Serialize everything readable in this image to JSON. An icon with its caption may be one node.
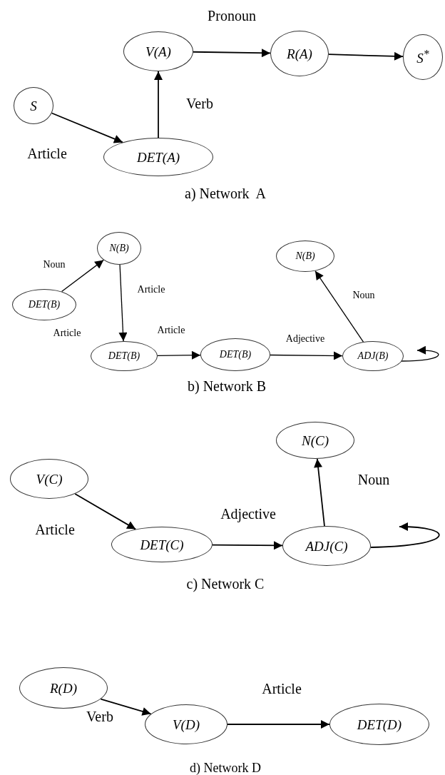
{
  "diagram": {
    "nodes": [
      {
        "text": [
          "S"
        ]
      },
      {
        "text": [
          "DET(A)"
        ]
      },
      {
        "text": [
          "V(A)"
        ]
      },
      {
        "text": [
          "R(A)"
        ]
      },
      {
        "text": [
          "S$^{*}$"
        ]
      },
      {
        "text": [
          "N(B)"
        ]
      },
      {
        "text": [
          "N(B)"
        ]
      },
      {
        "text": [
          "DET(B)"
        ]
      },
      {
        "text": [
          "DET(B)"
        ]
      },
      {
        "text": [
          "DET(B)"
        ]
      },
      {
        "text": [
          "ADJ(B)"
        ]
      },
      {
        "text": [
          "V(C)"
        ]
      },
      {
        "text": [
          "N(C)"
        ]
      },
      {
        "text": [
          "DET(C)"
        ]
      },
      {
        "text": [
          "ADJ(C)"
        ]
      },
      {
        "text": [
          "R(D)"
        ]
      },
      {
        "text": [
          "V(D)"
        ]
      },
      {
        "text": [
          "DET(D)"
        ]
      }
    ],
    "edges": [
      {
        "from": 0,
        "to": 1,
        "arrow": "to"
      },
      {
        "from": 1,
        "to": 2,
        "arrow": "to"
      },
      {
        "from": 2,
        "to": 3,
        "arrow": "to"
      },
      {
        "from": 3,
        "to": 4,
        "arrow": "to"
      },
      {
        "from": 7,
        "to": 5,
        "arrow": "to"
      },
      {
        "from": 5,
        "to": 8,
        "arrow": "to"
      },
      {
        "from": 8,
        "to": 9,
        "arrow": "to"
      },
      {
        "from": 9,
        "to": 10,
        "arrow": "to"
      },
      {
        "from": 10,
        "to": 6,
        "arrow": "to"
      },
      {
        "from": 10,
        "to": null,
        "arrow": "to"
      },
      {
        "from": 11,
        "to": 13,
        "arrow": "to"
      },
      {
        "from": 13,
        "to": 14,
        "arrow": "to"
      },
      {
        "from": 14,
        "to": 12,
        "arrow": "to"
      },
      {
        "from": 14,
        "to": null,
        "arrow": "to"
      },
      {
        "from": 15,
        "to": 16,
        "arrow": "to"
      },
      {
        "from": 16,
        "to": 17,
        "arrow": "to"
      }
    ],
    "labels": [
      "Pronoun",
      "Verb",
      "Article",
      "a) Network  A",
      "Noun",
      "Article",
      "Noun",
      "Article",
      "Article",
      "Adjective",
      "b) Network B",
      "Noun",
      "Adjective",
      "Article",
      "c) Network C",
      "Article",
      "Verb",
      "d) Network D"
    ]
  }
}
